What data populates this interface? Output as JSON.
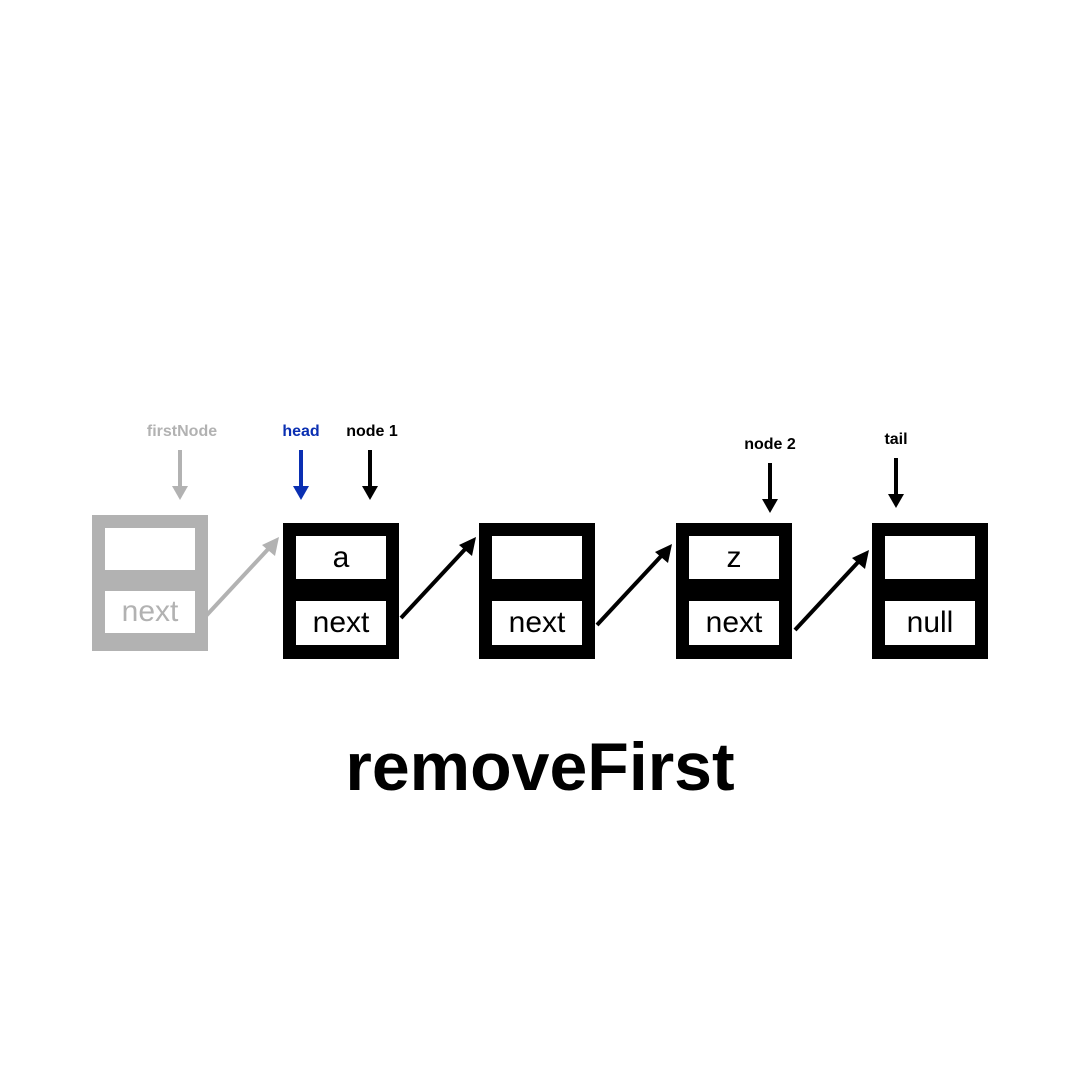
{
  "title": "removeFirst",
  "colors": {
    "node": "#000000",
    "faded": "#b2b2b2",
    "head": "#0a2fb2"
  },
  "nodes": [
    {
      "id": "firstnode",
      "data": "",
      "link": "next",
      "faded": true
    },
    {
      "id": "node-1",
      "data": "a",
      "link": "next",
      "faded": false
    },
    {
      "id": "node-mid",
      "data": "",
      "link": "next",
      "faded": false
    },
    {
      "id": "node-2",
      "data": "z",
      "link": "next",
      "faded": false
    },
    {
      "id": "tail",
      "data": "",
      "link": "null",
      "faded": false
    }
  ],
  "pointers": [
    {
      "label": "firstNode",
      "color": "faded"
    },
    {
      "label": "head",
      "color": "head"
    },
    {
      "label": "node 1",
      "color": "node"
    },
    {
      "label": "node 2",
      "color": "node"
    },
    {
      "label": "tail",
      "color": "node"
    }
  ]
}
